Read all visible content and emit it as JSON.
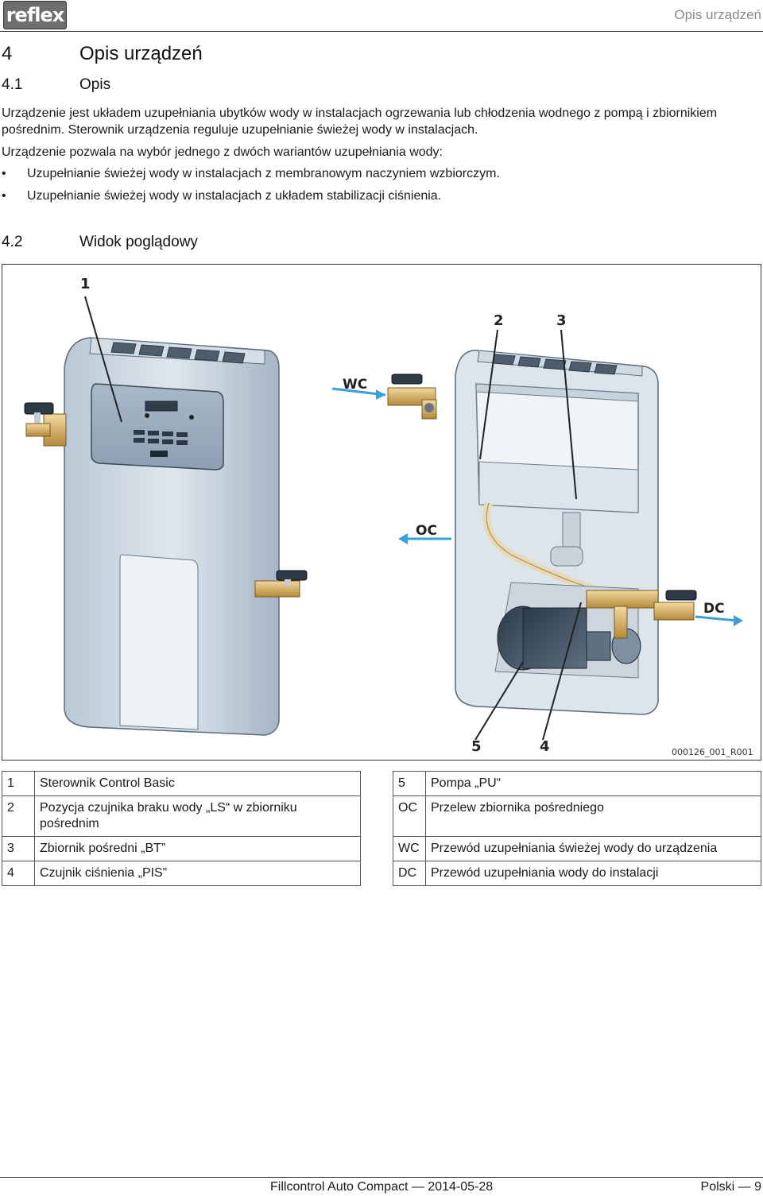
{
  "header": {
    "logo_text": "reflex",
    "section_title": "Opis urządzeń"
  },
  "section": {
    "number": "4",
    "title": "Opis urządzeń"
  },
  "subsection1": {
    "number": "4.1",
    "title": "Opis",
    "para1": "Urządzenie jest układem uzupełniania ubytków wody w instalacjach ogrzewania lub chłodzenia wodnego z pompą i zbiornikiem pośrednim. Sterownik urządzenia reguluje uzupełnianie świeżej wody w instalacjach.",
    "para2": "Urządzenie pozwala na wybór jednego z dwóch wariantów uzupełniania wody:",
    "bullets": [
      "Uzupełnianie świeżej wody w instalacjach z membranowym naczyniem wzbiorczym.",
      "Uzupełnianie świeżej wody w instalacjach z układem stabilizacji ciśnienia."
    ]
  },
  "subsection2": {
    "number": "4.2",
    "title": "Widok poglądowy"
  },
  "figure": {
    "labels": {
      "l1": "1",
      "l2": "2",
      "l3": "3",
      "l4": "4",
      "l5": "5",
      "wc": "WC",
      "oc": "OC",
      "dc": "DC"
    },
    "code": "000126_001_R001"
  },
  "legend": {
    "left": [
      {
        "key": "1",
        "desc": "Sterownik Control Basic"
      },
      {
        "key": "2",
        "desc": "Pozycja czujnika braku wody „LS“ w zbiorniku pośrednim"
      },
      {
        "key": "3",
        "desc": "Zbiornik pośredni „BT”"
      },
      {
        "key": "4",
        "desc": "Czujnik ciśnienia „PIS”"
      }
    ],
    "right": [
      {
        "key": "5",
        "desc": "Pompa „PU“"
      },
      {
        "key": "OC",
        "desc": "Przelew zbiornika pośredniego"
      },
      {
        "key": "WC",
        "desc": "Przewód uzupełniania świeżej wody do urządzenia"
      },
      {
        "key": "DC",
        "desc": "Przewód uzupełniania wody do instalacji"
      }
    ]
  },
  "footer": {
    "doc": "Fillcontrol Auto Compact — 2014-05-28",
    "lang_page": "Polski — 9"
  }
}
